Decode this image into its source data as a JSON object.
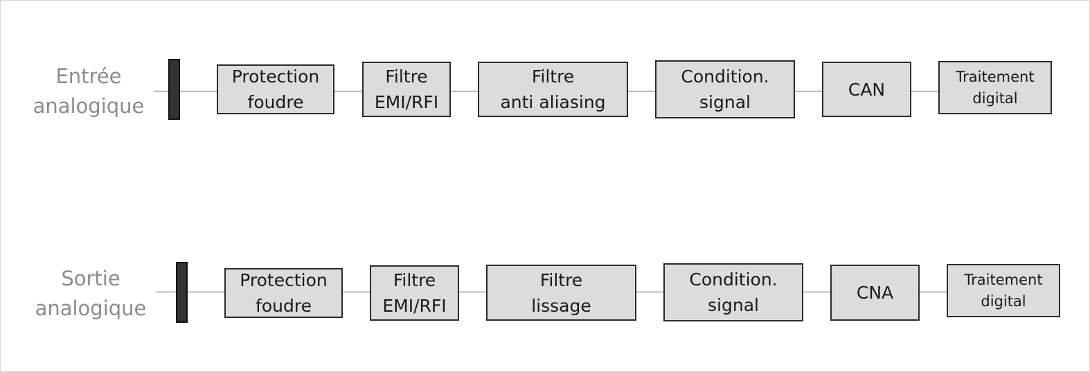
{
  "rows": [
    {
      "label": [
        "Entrée",
        "analogique"
      ],
      "blocks": [
        [
          "Protection",
          "foudre"
        ],
        [
          "Filtre",
          "EMI/RFI"
        ],
        [
          "Filtre",
          "anti aliasing"
        ],
        [
          "Condition.",
          "signal"
        ],
        [
          "CAN"
        ],
        [
          "Traitement",
          "digital"
        ]
      ]
    },
    {
      "label": [
        "Sortie",
        "analogique"
      ],
      "blocks": [
        [
          "Protection",
          "foudre"
        ],
        [
          "Filtre",
          "EMI/RFI"
        ],
        [
          "Filtre",
          "lissage"
        ],
        [
          "Condition.",
          "signal"
        ],
        [
          "CNA"
        ],
        [
          "Traitement",
          "digital"
        ]
      ]
    }
  ],
  "colors": {
    "label_text": "#8c8c8c",
    "block_fill": "#dcdcdc",
    "block_border": "#2b2b2b",
    "connector": "#333333",
    "wire": "#555555"
  }
}
